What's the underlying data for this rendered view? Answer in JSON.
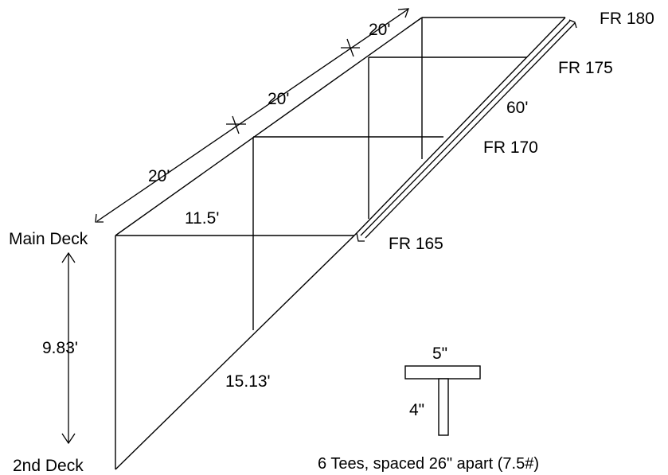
{
  "labels": {
    "fr180": "FR 180",
    "fr175": "FR 175",
    "fr170": "FR 170",
    "fr165": "FR 165",
    "main_deck": "Main Deck",
    "second_deck": "2nd Deck",
    "dim_20_top": "20'",
    "dim_20_mid": "20'",
    "dim_20_bot": "20'",
    "dim_60": "60'",
    "dim_11_5": "11.5'",
    "dim_9_83": "9.83'",
    "dim_15_13": "15.13'",
    "tee_width": "5\"",
    "tee_height": "4\"",
    "tee_note": "6 Tees, spaced 26\" apart (7.5#)"
  }
}
